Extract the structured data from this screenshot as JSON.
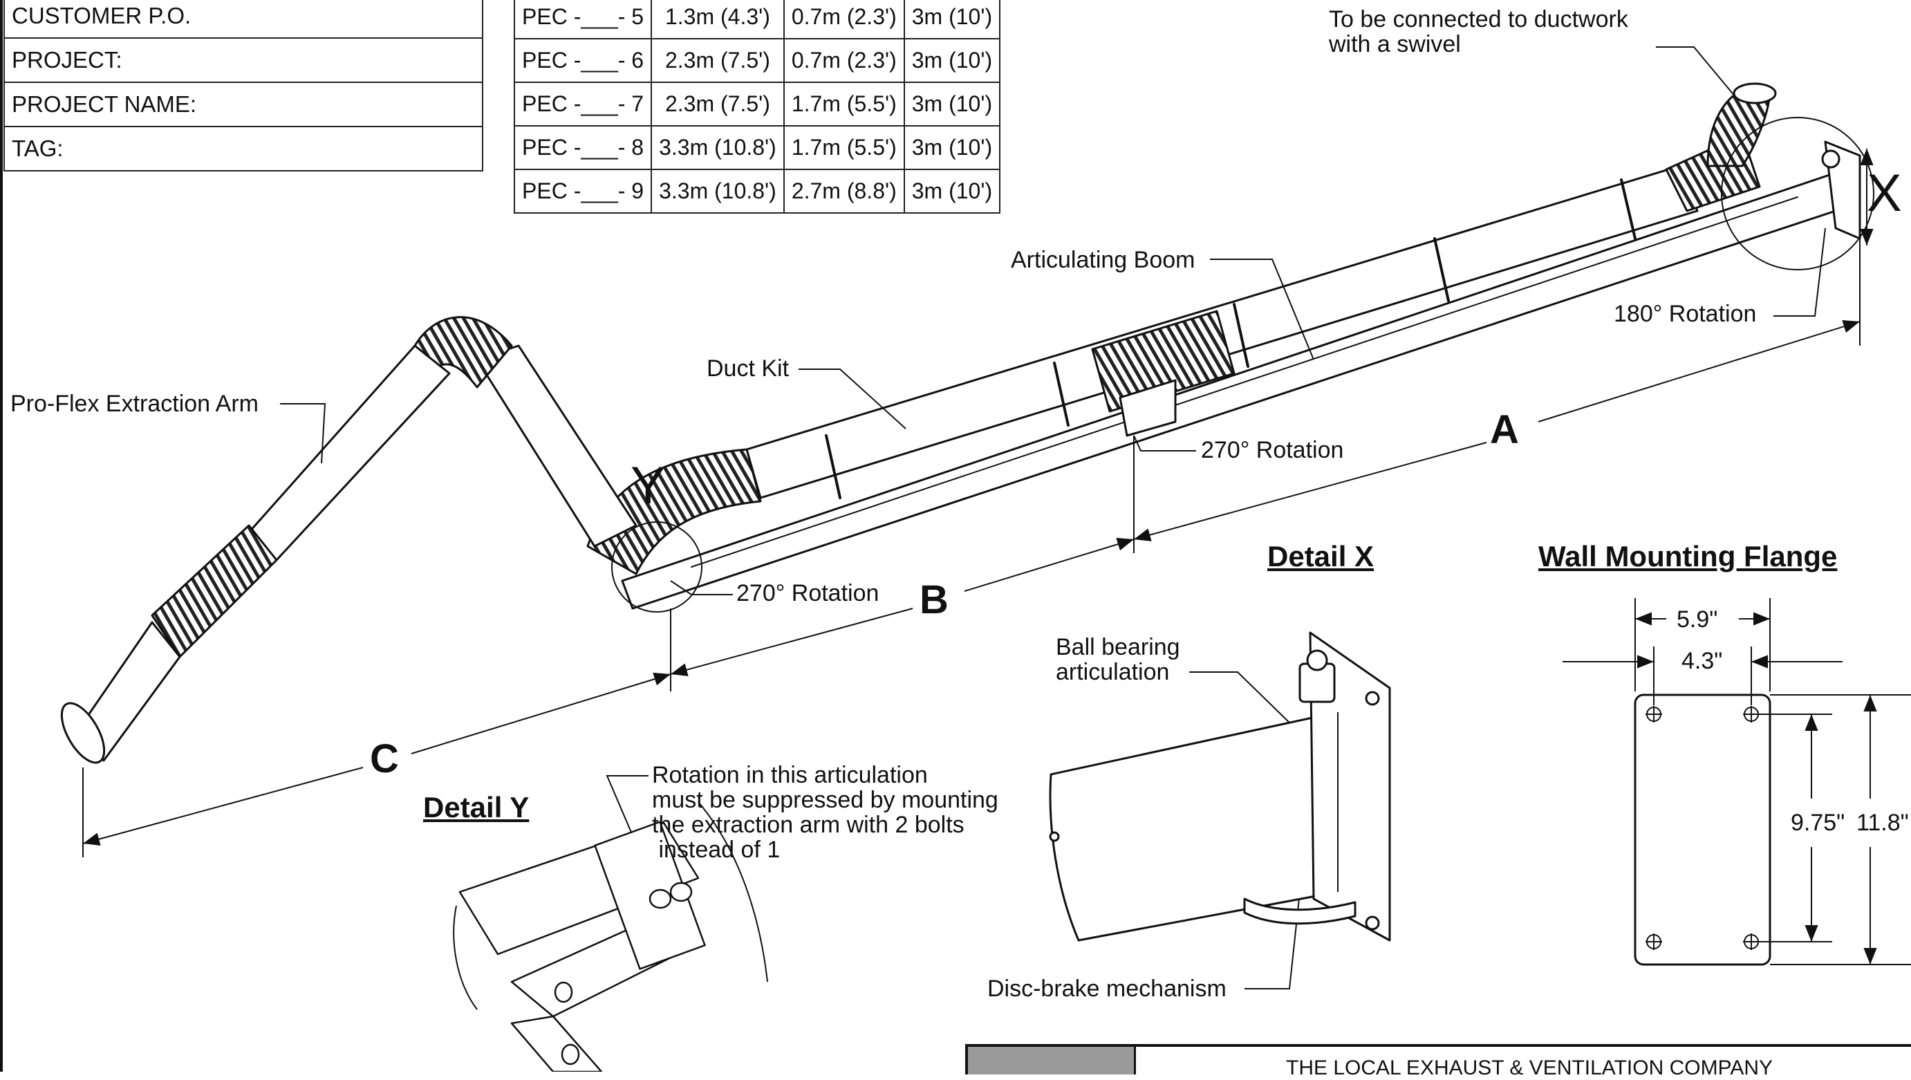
{
  "info_fields": [
    {
      "label": "CUSTOMER P.O."
    },
    {
      "label": "PROJECT:"
    },
    {
      "label": "PROJECT NAME:"
    },
    {
      "label": "TAG:"
    }
  ],
  "model_table": {
    "rows": [
      {
        "model": "PEC -___- 5",
        "col1": "1.3m (4.3')",
        "col2": "0.7m (2.3')",
        "col3": "3m (10')"
      },
      {
        "model": "PEC -___- 6",
        "col1": "2.3m (7.5')",
        "col2": "0.7m (2.3')",
        "col3": "3m (10')"
      },
      {
        "model": "PEC -___- 7",
        "col1": "2.3m (7.5')",
        "col2": "1.7m (5.5')",
        "col3": "3m (10')"
      },
      {
        "model": "PEC -___- 8",
        "col1": "3.3m (10.8')",
        "col2": "1.7m (5.5')",
        "col3": "3m (10')"
      },
      {
        "model": "PEC -___- 9",
        "col1": "3.3m (10.8')",
        "col2": "2.7m (8.8')",
        "col3": "3m (10')"
      }
    ]
  },
  "callouts": {
    "ductwork": "To be connected to ductwork\nwith a swivel",
    "articulating_boom": "Articulating Boom",
    "rotation_180": "180° Rotation",
    "duct_kit": "Duct Kit",
    "pro_flex": "Pro-Flex Extraction Arm",
    "rotation_270_mid": "270° Rotation",
    "rotation_270_low": "270° Rotation",
    "ball_bearing": "Ball bearing\narticulation",
    "disc_brake": "Disc-brake mechanism",
    "detail_y_note": "Rotation in this articulation\nmust be suppressed by mounting\nthe extraction arm with 2 bolts\n instead of 1"
  },
  "dimension_letters": {
    "a": "A",
    "b": "B",
    "c": "C",
    "x": "X",
    "y": "Y"
  },
  "titles": {
    "detail_x": "Detail X",
    "detail_y": "Detail Y",
    "flange": "Wall Mounting Flange"
  },
  "flange_dims": {
    "outer_width": "5.9\"",
    "hole_width": "4.3\"",
    "hole_height": "9.75\"",
    "outer_height": "11.8\""
  },
  "footer": {
    "company": "THE LOCAL EXHAUST & VENTILATION COMPANY"
  }
}
